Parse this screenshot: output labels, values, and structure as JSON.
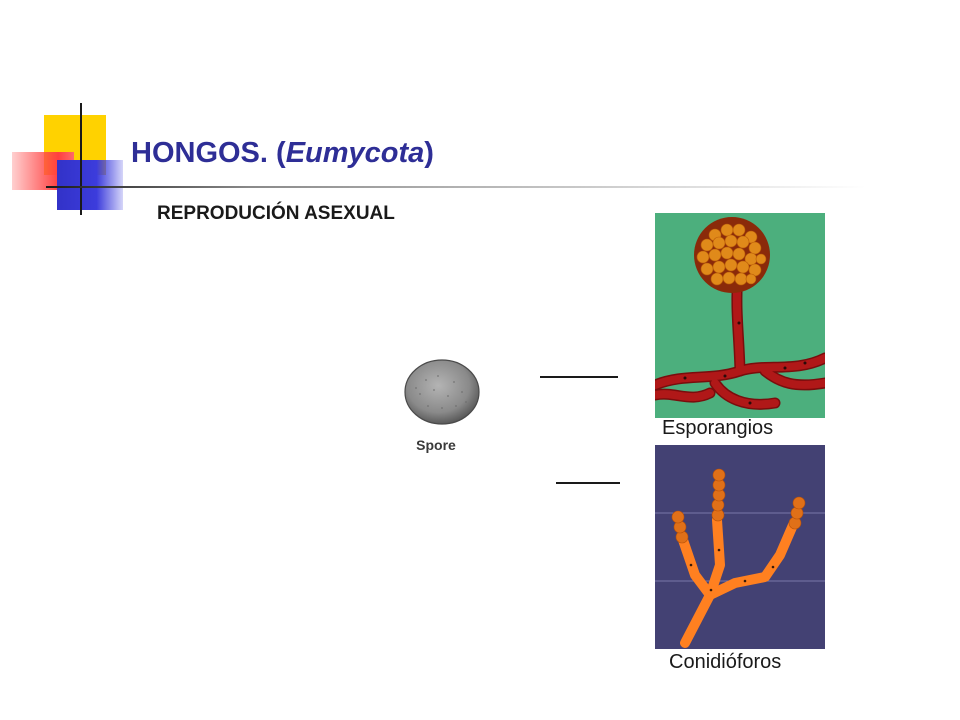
{
  "slide": {
    "title_main": "HONGOS",
    "title_sep": ". (",
    "title_italic": "Eumycota",
    "title_close": ")",
    "subtitle": "REPRODUCIÓN ASEXUAL"
  },
  "figures": {
    "spore_label": "Spore",
    "sporangia_caption": "Esporangios",
    "conidiophore_caption": "Conidióforos"
  },
  "colors": {
    "title": "#2e2e96",
    "accent_yellow": "#ffd200",
    "accent_red": "#ff4040",
    "accent_blue": "#3232c8",
    "sporangia_bg": "#4caf7d",
    "hypha_red": "#b01818",
    "sporangium_orange": "#e08a1a",
    "conidia_bg": "#434173",
    "conidia_orange": "#ff8020"
  },
  "icons": {
    "decoration": "overlapping-squares-logo"
  }
}
